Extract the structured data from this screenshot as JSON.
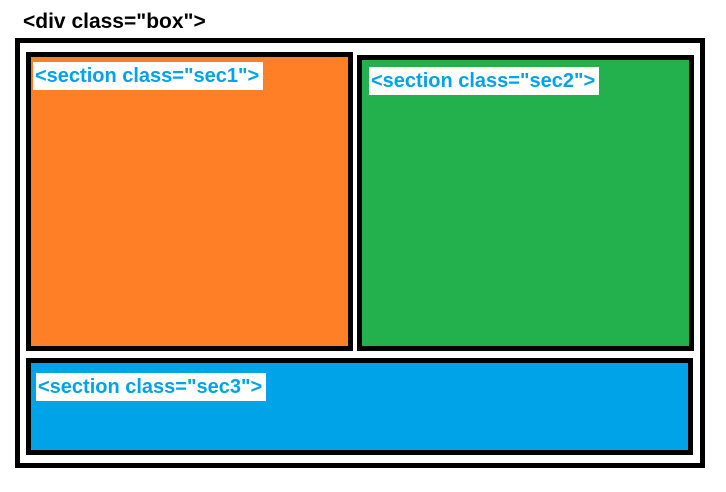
{
  "outer_label": "<div class=\"box\">",
  "sections": [
    {
      "label": "<section class=\"sec1\">",
      "fill": "#FF7F27"
    },
    {
      "label": "<section class=\"sec2\">",
      "fill": "#22B14C"
    },
    {
      "label": "<section class=\"sec3\">",
      "fill": "#00A2E8"
    }
  ],
  "colors": {
    "label_text": "#00A2E8",
    "border": "#000000",
    "outer_text": "#000000"
  }
}
